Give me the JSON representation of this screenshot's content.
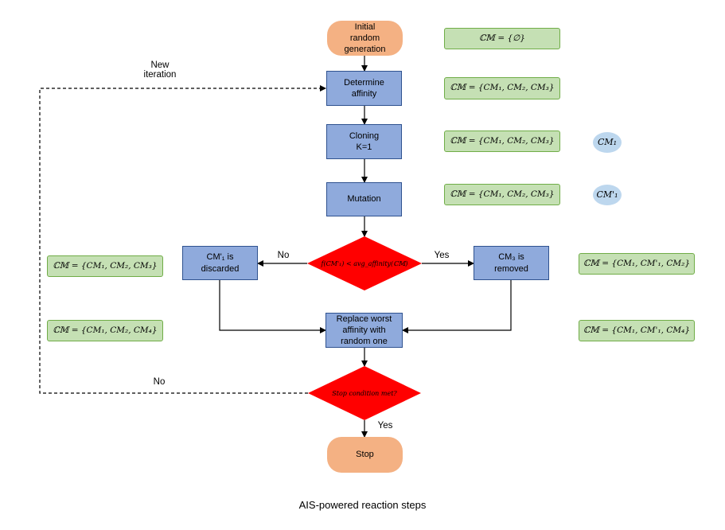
{
  "nodes": {
    "start": "Initial\nrandom\ngeneration",
    "affinity": "Determine\naffinity",
    "cloning": "Cloning\nK=1",
    "mutation": "Mutation",
    "decision1": "f(CM'₁) < avg_affinity(ℂ𝕄)",
    "discarded": "CM'₁ is\ndiscarded",
    "removed": "CM₃ is\nremoved",
    "replace": "Replace worst\naffinity with\nrandom one",
    "decision2": "Stop condition met?",
    "stop": "Stop"
  },
  "edge_labels": {
    "new_iteration": "New\niteration",
    "no_left": "No",
    "yes_right": "Yes",
    "no_loop": "No",
    "yes_down": "Yes"
  },
  "sets": {
    "s1": "ℂ𝕄 = {∅}",
    "s2": "ℂ𝕄 = {CM₁, CM₂, CM₃}",
    "s3": "ℂ𝕄 = {CM₁, CM₂, CM₃}",
    "s4": "ℂ𝕄 = {CM₁, CM₂, CM₃}",
    "s5_left": "ℂ𝕄 = {CM₁, CM₂, CM₃}",
    "s5_right": "ℂ𝕄 = {CM₁, CM'₁, CM₂}",
    "s6_left": "ℂ𝕄 = {CM₁, CM₂, CM₄}",
    "s6_right": "ℂ𝕄 = {CM₁, CM'₁, CM₄}"
  },
  "ovals": {
    "clone": "CM₁",
    "mutant": "CM'₁"
  },
  "caption": "AIS-powered reaction steps",
  "colors": {
    "terminal": "#f4b183",
    "process": "#8faadc",
    "decision": "#ff0000",
    "set_box": "#c5e0b4",
    "oval": "#bdd7ee"
  }
}
